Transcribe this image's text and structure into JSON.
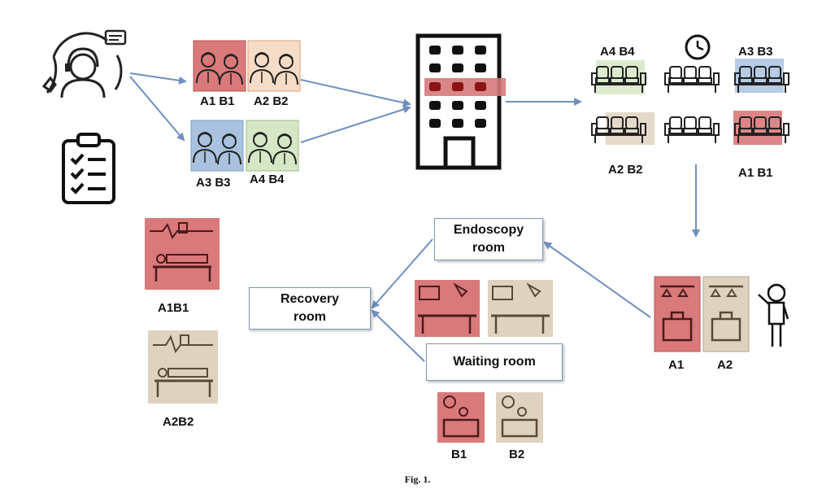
{
  "patients": {
    "pair_a1b1": "A1 B1",
    "pair_a2b2": "A2 B2",
    "pair_a3b3": "A3 B3",
    "pair_a4b4": "A4 B4"
  },
  "waiting_area": {
    "a4b4": "A4 B4",
    "a3b3": "A3 B3",
    "a2b2": "A2 B2",
    "a1b1": "A1 B1"
  },
  "rooms": {
    "endoscopy": "Endoscopy room",
    "recovery": "Recovery room",
    "waiting": "Waiting room"
  },
  "lockers": {
    "a1": "A1",
    "a2": "A2"
  },
  "waiting_patients": {
    "b1": "B1",
    "b2": "B2"
  },
  "recovery_beds": {
    "a1b1": "A1B1",
    "a2b2": "A2B2"
  },
  "caption": "Fig. 1.",
  "colors": {
    "red": "#d9797a",
    "peach": "#f6dcc7",
    "blue": "#a9c2e0",
    "green": "#d6e7c6",
    "beige": "#e0d2c0",
    "arrow": "#6f8fbf"
  }
}
